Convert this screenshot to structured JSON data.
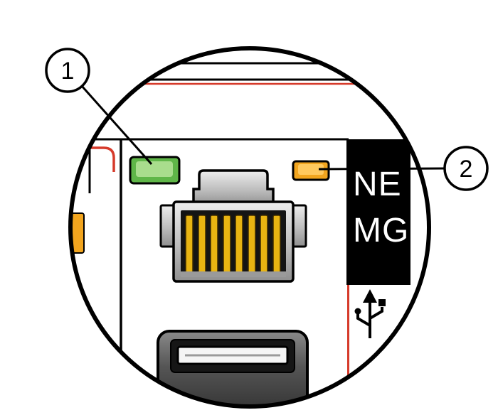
{
  "figure": {
    "description": "Magnified circular detail view of a network management (NET MGT) RJ45 port with two status LEDs",
    "callouts": [
      {
        "number": "1",
        "target": "left green status LED"
      },
      {
        "number": "2",
        "target": "right amber status LED"
      }
    ],
    "panel_label": {
      "line1": "NE",
      "line2": "MG"
    },
    "icons": {
      "usb": "usb-icon"
    },
    "colors": {
      "green_led": "#5fb648",
      "green_led_highlight": "#a9dd8d",
      "amber_led": "#f2a51e",
      "amber_led_highlight": "#ffc95e",
      "pin_gold": "#e8b412",
      "accent_red": "#d63a2a",
      "band_black": "#000000"
    }
  }
}
